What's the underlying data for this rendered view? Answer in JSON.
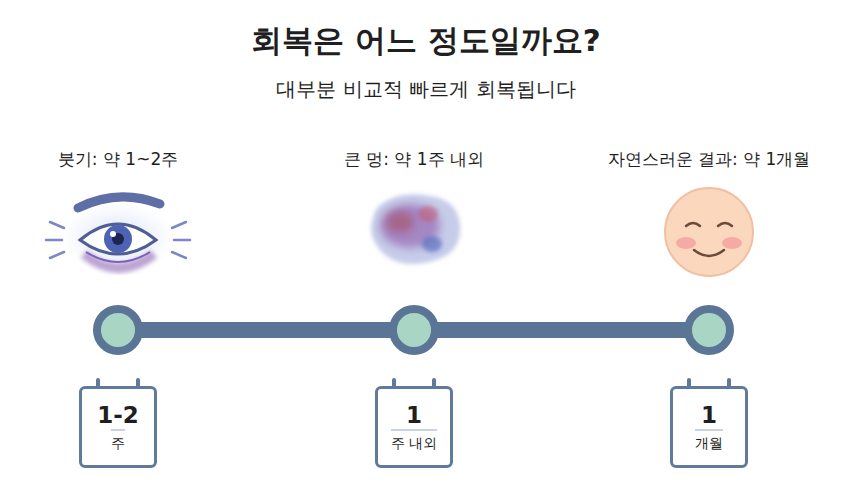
{
  "diagram": {
    "title": "회복은 어느 정도일까요?",
    "nodes": [
      {
        "text": [
          "1-2",
          "주"
        ]
      },
      {
        "text": [
          "1",
          "주 내외"
        ]
      },
      {
        "text": [
          "1",
          "개월"
        ]
      }
    ],
    "labels": [
      "대부분 비교적 빠르게 회복됩니다",
      "붓기: 약 1~2주",
      "큰 멍: 약 1주 내외",
      "자연스러운 결과: 약 1개월"
    ]
  }
}
